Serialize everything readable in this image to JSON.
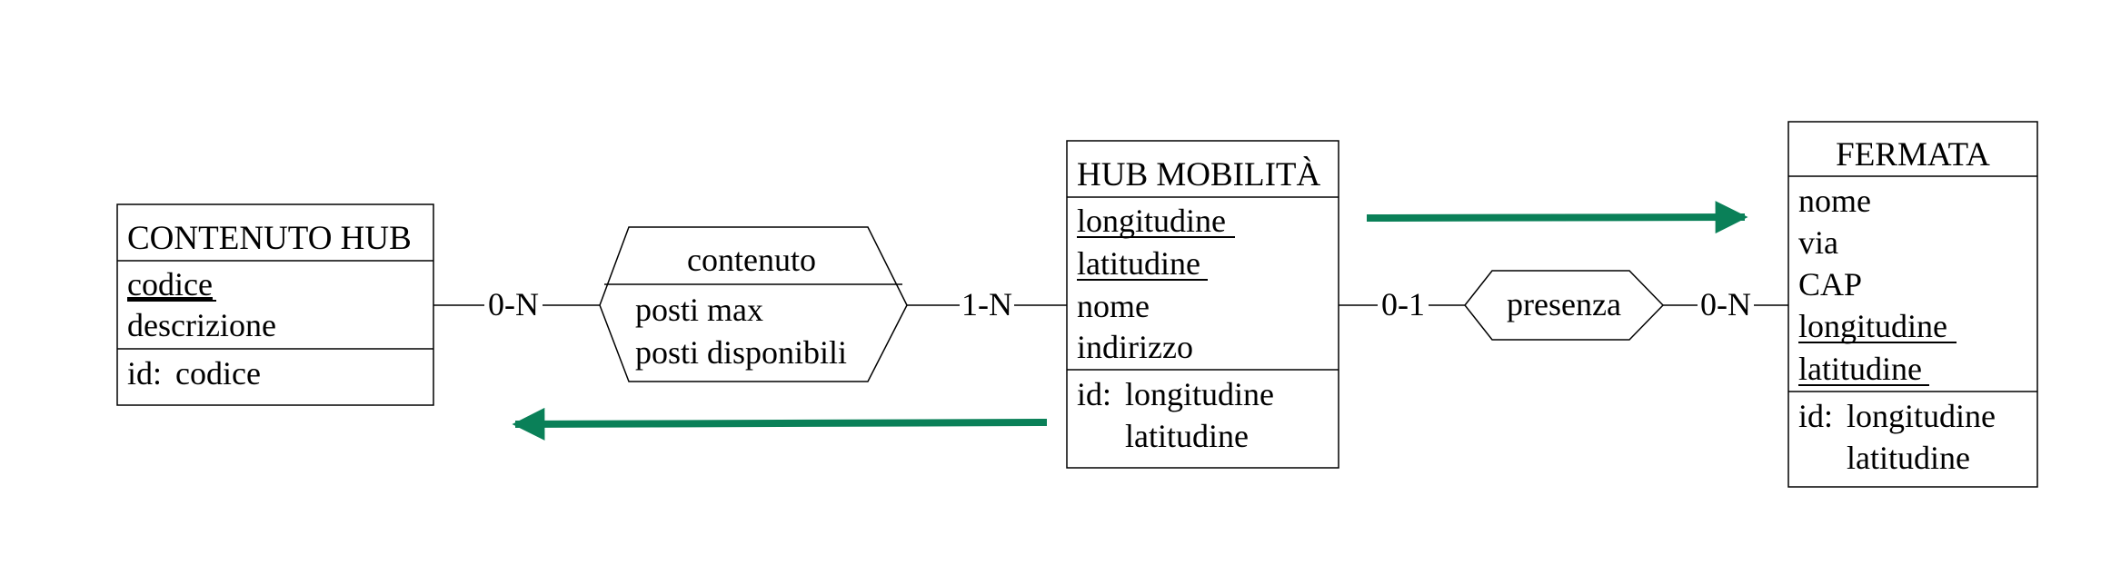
{
  "colors": {
    "arrow": "#0a8058",
    "stroke": "#000000",
    "background": "#ffffff"
  },
  "entities": {
    "contenuto_hub": {
      "name": "CONTENUTO HUB",
      "key_attrs": [
        "codice"
      ],
      "attrs": [
        "descrizione"
      ],
      "id_label": "id:",
      "id_values": [
        "codice"
      ]
    },
    "hub_mobilita": {
      "name": "HUB MOBILITÀ",
      "key_attrs": [
        "longitudine",
        "latitudine"
      ],
      "attrs": [
        "nome",
        "indirizzo"
      ],
      "id_label": "id:",
      "id_values": [
        "longitudine",
        "latitudine"
      ]
    },
    "fermata": {
      "name": "FERMATA",
      "attrs": [
        "nome",
        "via",
        "CAP"
      ],
      "key_attrs": [
        "longitudine",
        "latitudine"
      ],
      "id_label": "id:",
      "id_values": [
        "longitudine",
        "latitudine"
      ]
    }
  },
  "relationships": {
    "contenuto": {
      "name": "contenuto",
      "attrs": [
        "posti max",
        "posti disponibili"
      ]
    },
    "presenza": {
      "name": "presenza"
    }
  },
  "cardinalities": {
    "contenuto_hub_side": "0-N",
    "hub_side_contenuto": "1-N",
    "hub_side_presenza": "0-1",
    "fermata_side": "0-N"
  }
}
